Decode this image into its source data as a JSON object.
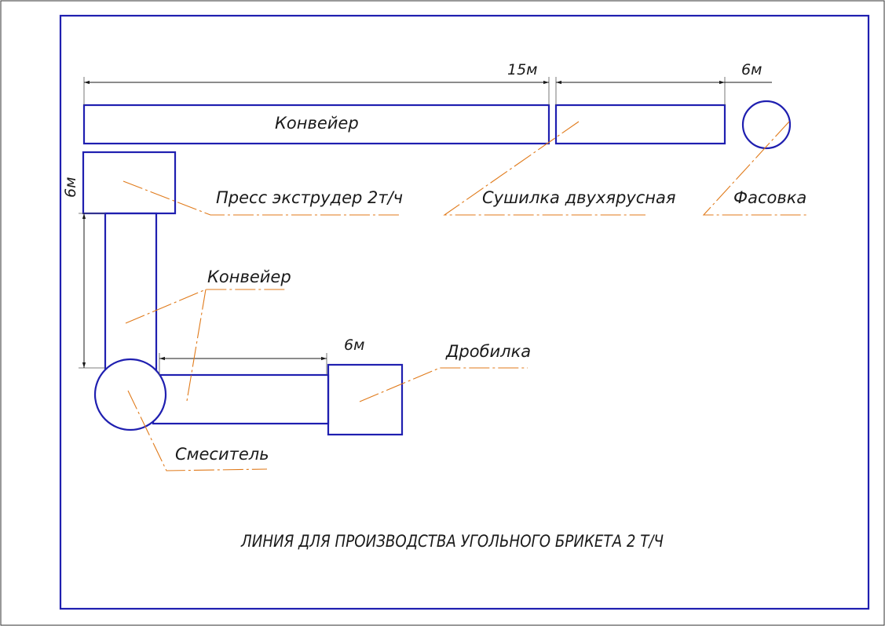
{
  "labels": {
    "conveyor_top": "Конвейер",
    "press": "Пресс экструдер 2т/ч",
    "dryer": "Сушилка двухярусная",
    "packing": "Фасовка",
    "conveyor_side": "Конвейер",
    "crusher": "Дробилка",
    "mixer": "Смеситель"
  },
  "dimensions": {
    "top_left": "15м",
    "top_right": "6м",
    "vertical": "6м",
    "bottom": "6м"
  },
  "title": "ЛИНИЯ ДЛЯ ПРОИЗВОДСТВА УГОЛЬНОГО БРИКЕТА 2 Т/Ч",
  "colors": {
    "object_stroke": "#1f1fb0",
    "leader_line": "#e07a1a",
    "dimension_line": "#1a1a1a"
  }
}
